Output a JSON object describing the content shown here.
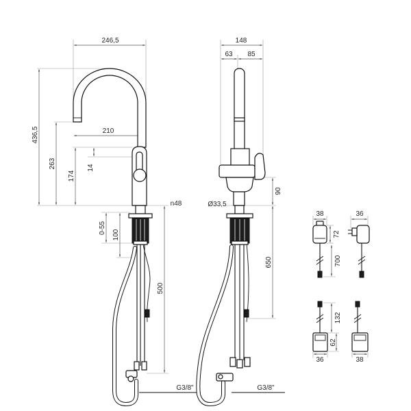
{
  "front_view": {
    "overall_width": "246,5",
    "overall_height": "436,5",
    "spout_height": "263",
    "spout_reach": "210",
    "handle_offset": "14",
    "body_height": "174",
    "mounting_hole": "n48",
    "deck_thickness": "0-55",
    "shank_length": "100",
    "supply_hose_length": "500",
    "connection_thread": "G3/8\""
  },
  "side_view": {
    "overall_depth": "148",
    "depth_front": "63",
    "depth_rear": "85",
    "lever_height": "90",
    "base_diameter": "Ø33,5",
    "pull_out_hose_length": "650",
    "connection_thread": "G3/8\""
  },
  "power_adapter": {
    "width_front": "38",
    "width_side": "36",
    "height": "72",
    "cable_length": "700"
  },
  "battery_box": {
    "cable_length": "132",
    "height": "62",
    "width_front": "36",
    "width_side": "38"
  }
}
